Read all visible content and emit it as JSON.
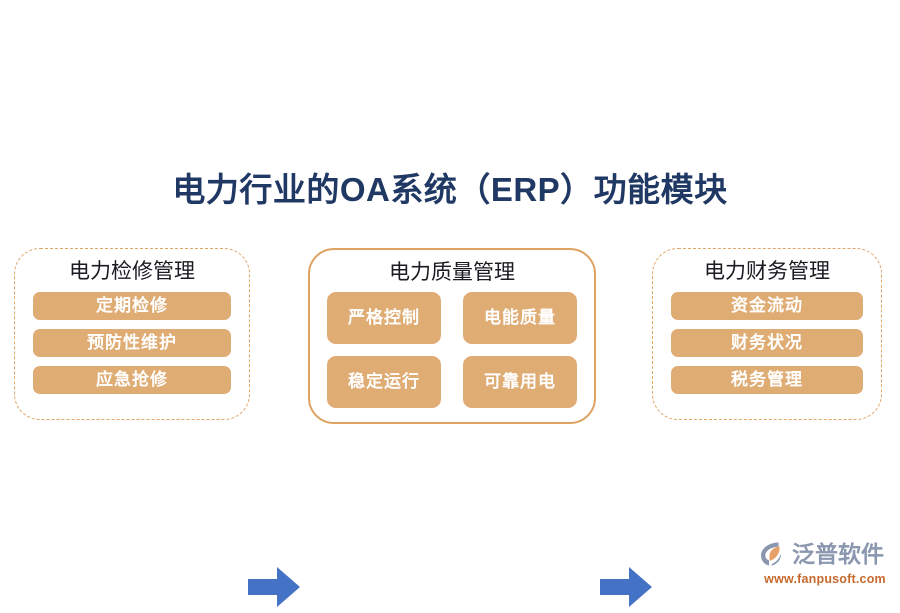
{
  "title": "电力行业的OA系统（ERP）功能模块",
  "colors": {
    "title_text": "#203864",
    "chip_fill": "#DFAC74",
    "chip_text": "#FFFFFF",
    "box_border": "#DFA263",
    "arrow": "#4472C4",
    "logo_name": "#8A97AE",
    "logo_url": "#C66A2E",
    "background": "#FFFFFF"
  },
  "modules": [
    {
      "id": "box-left",
      "title": "电力检修管理",
      "border_style": "dashed",
      "layout": "list",
      "items": [
        "定期检修",
        "预防性维护",
        "应急抢修"
      ]
    },
    {
      "id": "box-middle",
      "title": "电力质量管理",
      "border_style": "solid",
      "layout": "grid",
      "items": [
        "严格控制",
        "电能质量",
        "稳定运行",
        "可靠用电"
      ]
    },
    {
      "id": "box-right",
      "title": "电力财务管理",
      "border_style": "dashed",
      "layout": "list",
      "items": [
        "资金流动",
        "财务状况",
        "税务管理"
      ]
    }
  ],
  "arrows": [
    {
      "id": "arrow-1",
      "direction": "right"
    },
    {
      "id": "arrow-2",
      "direction": "right"
    }
  ],
  "logo": {
    "name": "泛普软件",
    "url": "www.fanpusoft.com"
  }
}
